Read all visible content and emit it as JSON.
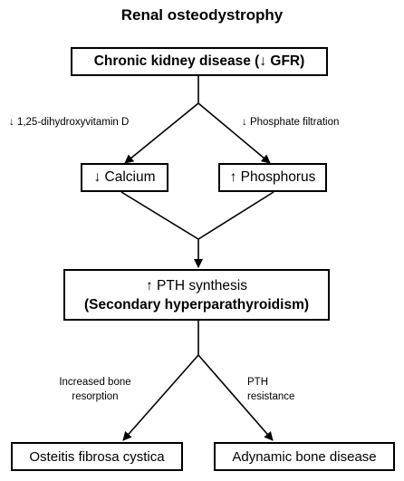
{
  "title": "Renal osteodystrophy",
  "nodes": {
    "ckd": "Chronic kidney disease (↓ GFR)",
    "calcium": "↓ Calcium",
    "phosphorus": "↑ Phosphorus",
    "pth_line1": "↑ PTH synthesis",
    "pth_line2": "(Secondary hyperparathyroidism)",
    "osteitis": "Osteitis fibrosa cystica",
    "adynamic": "Adynamic bone disease"
  },
  "edge_labels": {
    "vitd": "↓ 1,25-dihydroxyvitamin D",
    "phosphate": "↓ Phosphate filtration",
    "bone_resorption_1": "Increased bone",
    "bone_resorption_2": "resorption",
    "pth_resistance_1": "PTH",
    "pth_resistance_2": "resistance"
  }
}
